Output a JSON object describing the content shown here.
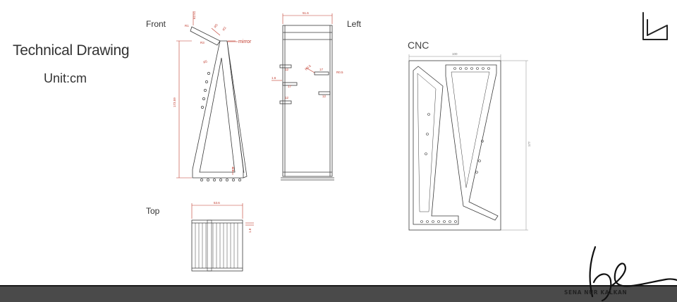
{
  "title": "Technical Drawing",
  "unit": "Unit:cm",
  "views": {
    "front": "Front",
    "left": "Left",
    "top": "Top",
    "cnc": "CNC"
  },
  "front_dims": {
    "height": "173.59",
    "top_a": "62.51",
    "top_b": "R1",
    "top_c": "R5",
    "top_d": "R2",
    "mirror": "mirror",
    "r_small": "R3",
    "bottom": "4.5"
  },
  "left_dims": {
    "width": "51.6",
    "pin_a": "12",
    "pin_b": "17",
    "pin_c": "1.6",
    "pin_d": "17",
    "pin_e": "12",
    "right_a": "R0.5",
    "right_b": "17",
    "right_c": "R0.5",
    "right_d": "12"
  },
  "top_dims": {
    "width": "53.6",
    "depth": "1.8"
  },
  "cnc_dims": {
    "width": "100",
    "height": "177"
  },
  "author": "SENA NUR KALKAN",
  "colors": {
    "line": "#3a3a3a",
    "dimension": "#c0392b",
    "footer": "#4a4a4a"
  },
  "icons": [
    "logo-mark-icon",
    "signature-icon"
  ]
}
